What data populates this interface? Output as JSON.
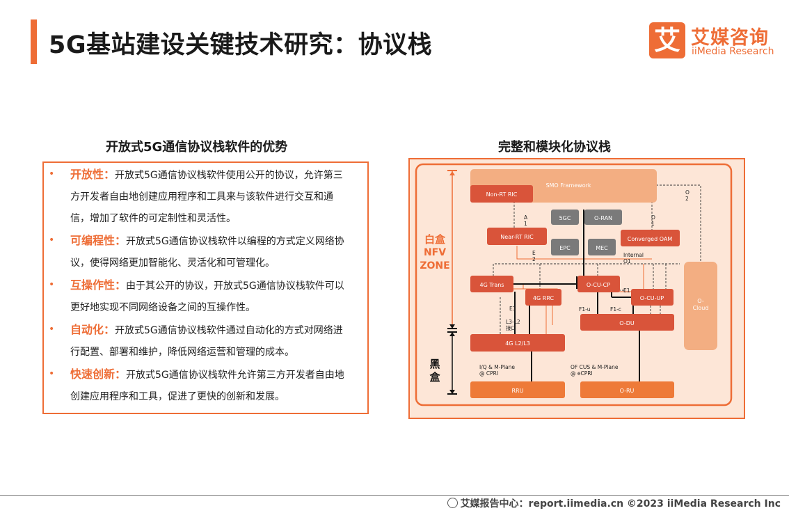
{
  "header": {
    "title": "5G基站建设关键技术研究：协议栈",
    "logo_mark": "艾",
    "logo_cn": "艾媒咨询",
    "logo_en": "iiMedia Research"
  },
  "left": {
    "title": "开放式5G通信协议栈软件的优势",
    "items": [
      {
        "term": "开放性：",
        "text": "开放式5G通信协议栈软件使用公开的协议，允许第三方开发者自由地创建应用程序和工具来与该软件进行交互和通信，增加了软件的可定制性和灵活性。"
      },
      {
        "term": "可编程性：",
        "text": "开放式5G通信协议栈软件以编程的方式定义网络协议，使得网络更加智能化、灵活化和可管理化。"
      },
      {
        "term": "互操作性：",
        "text": "由于其公开的协议，开放式5G通信协议栈软件可以更好地实现不同网络设备之间的互操作性。"
      },
      {
        "term": "自动化：",
        "text": "开放式5G通信协议栈软件通过自动化的方式对网络进行配置、部署和维护，降低网络运营和管理的成本。"
      },
      {
        "term": "快速创新：",
        "text": "开放式5G通信协议栈软件允许第三方开发者自由地创建应用程序和工具，促进了更快的创新和发展。"
      }
    ]
  },
  "right": {
    "title": "完整和模块化协议栈",
    "zones": {
      "white_box": [
        "白盒",
        "NFV",
        "ZONE"
      ],
      "black_box": [
        "黑",
        "盒"
      ]
    },
    "blocks": {
      "smo": "SMO Framework",
      "nonrt": "Non-RT RIC",
      "nearrt": "Near-RT RIC",
      "fivegc": "5GC",
      "oran": "O-RAN",
      "epc": "EPC",
      "mec": "MEC",
      "oam": "Converged OAM",
      "trans": "4G Trans",
      "rrc": "4G RRC",
      "cucp": "O-CU-CP",
      "cuup": "O-CU-UP",
      "du": "O-DU",
      "l2l3": "4G L2/L3",
      "rru": "RRU",
      "oru": "O-RU",
      "cloud_1": "O-",
      "cloud_2": "Cloud"
    },
    "labels": {
      "a1_a": "A",
      "a1_b": "1",
      "e2_a": "E",
      "e2_b": "2",
      "o2_a": "O",
      "o2_b": "2",
      "o1_a": "O",
      "o1_b": "1",
      "internal_1": "Internal",
      "internal_2": "O1",
      "e1_right": "E1",
      "e1_left": "E1",
      "l3l2_1": "L3-L2",
      "l3l2_2": "接口",
      "f1u": "F1-u",
      "f1c": "F1-c",
      "iq_1": "I/Q & M-Plane",
      "iq_2": "@ CPRI",
      "ofcus_1": "OF CUS & M-Plane",
      "ofcus_2": "@ eCPRI"
    }
  },
  "footer": {
    "text": "艾媒报告中心：report.iimedia.cn  ©2023  iiMedia Research  Inc"
  }
}
